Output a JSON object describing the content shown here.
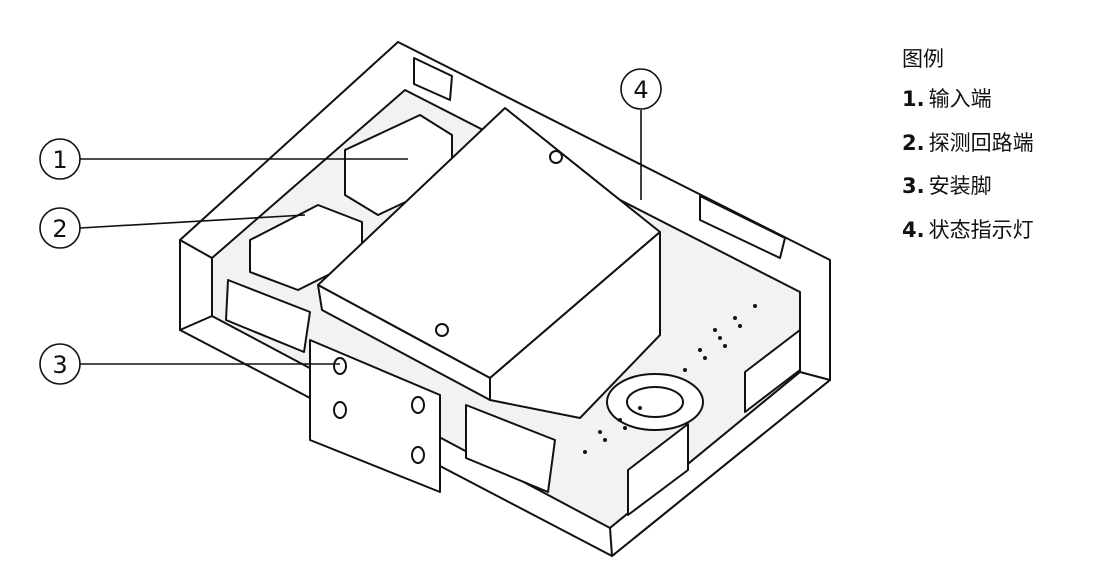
{
  "legend": {
    "title": "图例",
    "items": [
      {
        "num": "1.",
        "label": "输入端"
      },
      {
        "num": "2.",
        "label": "探测回路端"
      },
      {
        "num": "3.",
        "label": "安装脚"
      },
      {
        "num": "4.",
        "label": "状态指示灯"
      }
    ]
  },
  "callouts": [
    {
      "num": "1",
      "target": "输入端"
    },
    {
      "num": "2",
      "target": "探测回路端"
    },
    {
      "num": "3",
      "target": "安装脚"
    },
    {
      "num": "4",
      "target": "状态指示灯"
    }
  ],
  "colors": {
    "line": "#111111",
    "fill": "#ffffff",
    "shade": "#f2f2f2"
  }
}
